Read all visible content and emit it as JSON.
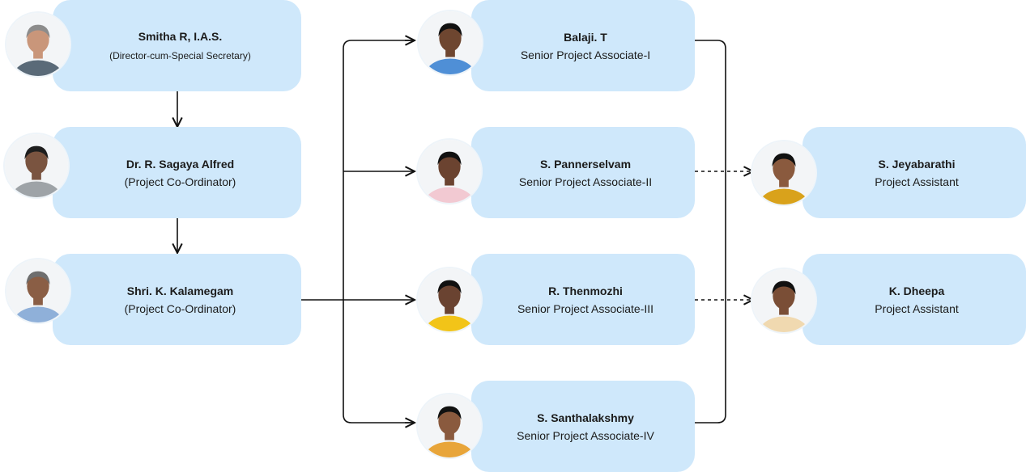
{
  "people": [
    {
      "id": "smitha",
      "name": "Smitha R, I.A.S.",
      "role": "(Director-cum-Special Secretary)",
      "shirt": "#5a6a78",
      "skin": "#c9967a",
      "hair": "#8c8c8c"
    },
    {
      "id": "sagaya",
      "name": "Dr. R. Sagaya Alfred",
      "role": "(Project Co-Ordinator)",
      "shirt": "#9ea3a7",
      "skin": "#7a5440",
      "hair": "#1e1e1e"
    },
    {
      "id": "kalamegam",
      "name": "Shri. K. Kalamegam",
      "role": "(Project Co-Ordinator)",
      "shirt": "#8fb0d9",
      "skin": "#8a5e45",
      "hair": "#6e6e6e"
    },
    {
      "id": "balaji",
      "name": "Balaji. T",
      "role": "Senior Project Associate-I",
      "shirt": "#4f8fd6",
      "skin": "#6e4630",
      "hair": "#111111"
    },
    {
      "id": "pannerselvam",
      "name": "S. Pannerselvam",
      "role": "Senior Project Associate-II",
      "shirt": "#f2c9d2",
      "skin": "#6b4330",
      "hair": "#111111"
    },
    {
      "id": "thenmozhi",
      "name": "R. Thenmozhi",
      "role": "Senior Project Associate-III",
      "shirt": "#f2c418",
      "skin": "#6a4331",
      "hair": "#111111"
    },
    {
      "id": "santhalakshmy",
      "name": "S. Santhalakshmy",
      "role": "Senior Project Associate-IV",
      "shirt": "#e8a53a",
      "skin": "#8a5a3e",
      "hair": "#111111"
    },
    {
      "id": "jeyabarathi",
      "name": "S. Jeyabarathi",
      "role": "Project Assistant",
      "shirt": "#d9a21b",
      "skin": "#8a5a3e",
      "hair": "#111111"
    },
    {
      "id": "dheepa",
      "name": "K. Dheepa",
      "role": "Project Assistant",
      "shirt": "#f0d9b0",
      "skin": "#7a4e36",
      "hair": "#111111"
    }
  ],
  "colors": {
    "card": "#cfe8fb",
    "line": "#111111"
  }
}
